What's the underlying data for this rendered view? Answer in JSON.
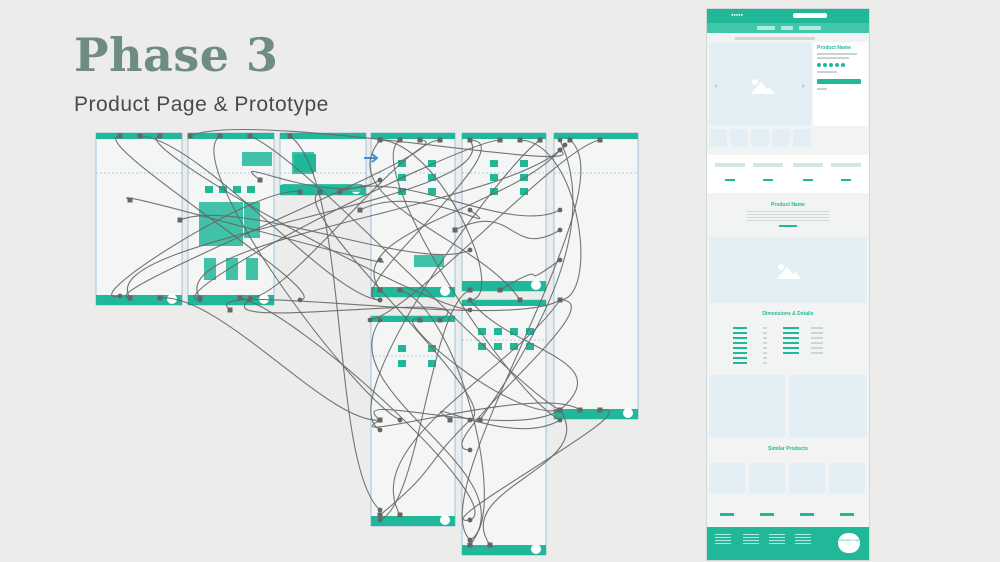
{
  "slide": {
    "title": "Phase 3",
    "subtitle": "Product Page & Prototype"
  },
  "mockup": {
    "product_name": "Product Name",
    "section_product": "Product Name",
    "section_dimensions": "Dimensions & Details",
    "section_similar": "Similar Products",
    "footer_logo": "Company Logo",
    "rating_stars": 5
  },
  "colors": {
    "accent": "#21b89a",
    "accent_light": "#40c7aa",
    "connector": "#666666",
    "wire_border": "#6aa6d6",
    "image_placeholder": "#e3eef5",
    "title": "#6f8c82"
  },
  "icons": [
    "image-placeholder-icon",
    "chevron-left-icon",
    "chevron-right-icon",
    "star-icon",
    "connector-node-icon"
  ]
}
